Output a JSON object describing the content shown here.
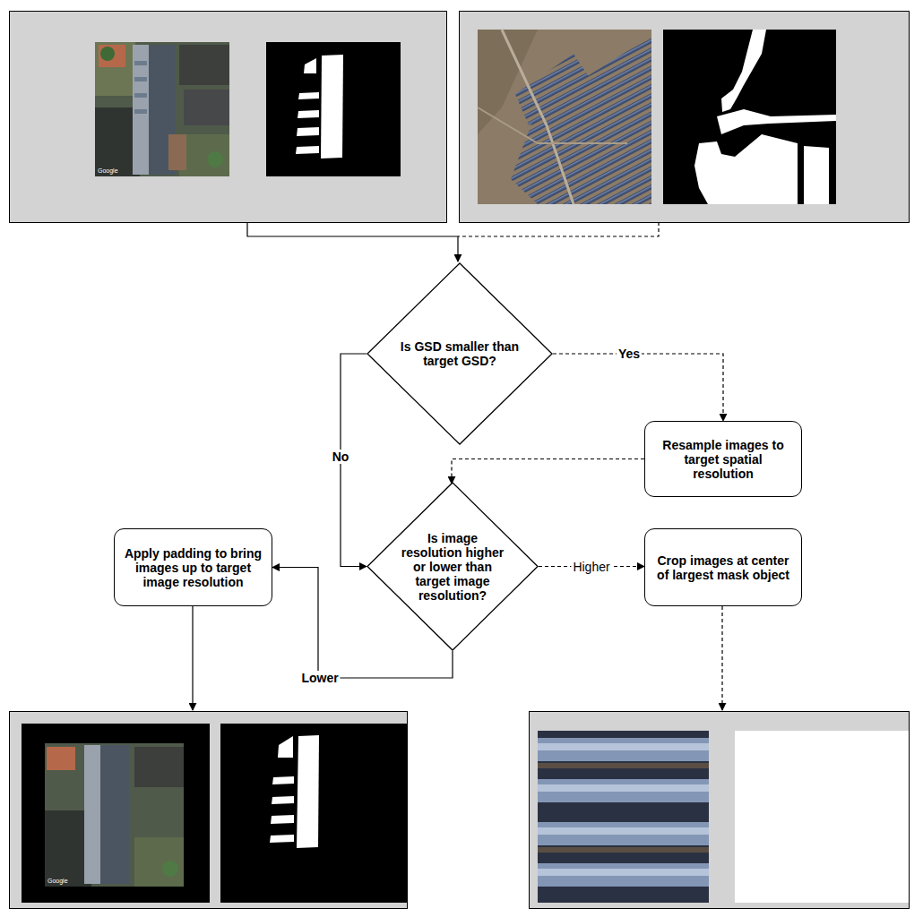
{
  "diagram": {
    "nodes": [
      {
        "text": [
          "Is GSD smaller than target GSD?"
        ]
      },
      {
        "text": [
          "Resample images to target spatial resolution"
        ]
      },
      {
        "text": [
          "Is image resolution higher or lower than target image resolution?"
        ]
      },
      {
        "text": [
          "Apply padding to bring images up to target image resolution"
        ]
      },
      {
        "text": [
          "Crop images at center of largest mask object"
        ]
      }
    ],
    "edges": [
      {
        "from": 0,
        "to": 1,
        "arrow": "to",
        "label": "Yes"
      },
      {
        "from": 0,
        "to": 2,
        "arrow": "to",
        "label": "No"
      },
      {
        "from": 1,
        "to": 2,
        "arrow": "to"
      },
      {
        "from": 2,
        "to": 3,
        "arrow": "to",
        "label": "Lower"
      },
      {
        "from": 2,
        "to": 4,
        "arrow": "to",
        "label": "Higher"
      }
    ],
    "labels": [
      "Google",
      "Google"
    ]
  }
}
